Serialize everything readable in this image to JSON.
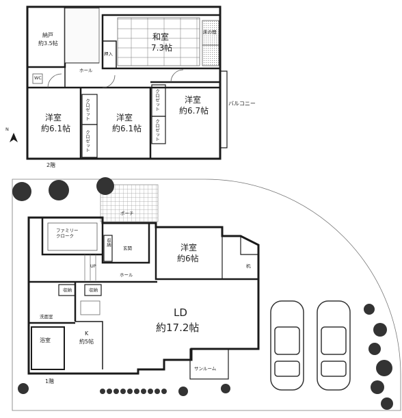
{
  "floor2": {
    "caption": "2階",
    "rooms": {
      "storage": {
        "name": "納戸",
        "size": "約3.5帖"
      },
      "hall": {
        "name": "ホール"
      },
      "wc": {
        "name": "WC"
      },
      "washitsu": {
        "name": "和室",
        "size": "7.3帖"
      },
      "oshiire": {
        "name": "押入"
      },
      "tokonoma": {
        "name": "床の間"
      },
      "bedroom_left": {
        "name": "洋室",
        "size": "約6.1帖"
      },
      "bedroom_mid": {
        "name": "洋室",
        "size": "約6.1帖"
      },
      "bedroom_right": {
        "name": "洋室",
        "size": "約6.7帖"
      },
      "balcony": {
        "name": "バルコニー"
      },
      "closet_a": {
        "name": "クロゼット"
      },
      "closet_b": {
        "name": "クロゼット"
      },
      "closet_c": {
        "name": "クロゼット"
      },
      "closet_d": {
        "name": "クロゼット"
      }
    }
  },
  "floor1": {
    "caption": "1階",
    "rooms": {
      "porch": {
        "name": "ポーチ"
      },
      "family_cloak": {
        "name": "ファミリー\nクローク"
      },
      "shoebox": {
        "name": "収納"
      },
      "entrance": {
        "name": "玄関"
      },
      "western": {
        "name": "洋室",
        "size": "約6帖"
      },
      "hall": {
        "name": "ホール"
      },
      "up": {
        "name": "UP"
      },
      "storage_a": {
        "name": "収納"
      },
      "storage_b": {
        "name": "収納"
      },
      "washroom": {
        "name": "洗面室"
      },
      "bath": {
        "name": "浴室"
      },
      "kitchen": {
        "name": "K",
        "size": "約5帖"
      },
      "ld": {
        "name": "LD",
        "size": "約17.2帖"
      },
      "sunroom": {
        "name": "サンルーム"
      },
      "bay": {
        "name": "机"
      }
    }
  },
  "compass": {
    "label": "N"
  },
  "colors": {
    "wall": "#1a1a1a",
    "hatch": "#9a9a9a",
    "tree": "#333333",
    "car": "#333333"
  }
}
